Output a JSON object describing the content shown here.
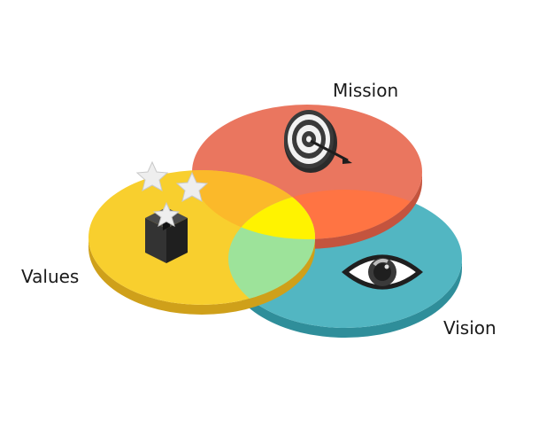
{
  "diagram": {
    "labels": {
      "mission": "Mission",
      "values": "Values",
      "vision": "Vision"
    },
    "colors": {
      "mission_top": "#ea765f",
      "mission_side": "#c4543e",
      "values_top": "#f8cf2e",
      "values_side": "#cfa01a",
      "vision_top": "#52b6c2",
      "vision_side": "#2f8e9a",
      "overlap_mission_values": "#fbb92a",
      "overlap_mission_vision": "#ff7443",
      "overlap_values_vision": "#9de39a",
      "overlap_center": "#fff300"
    },
    "icons": {
      "mission": "target-arrow-icon",
      "values": "box-stars-icon",
      "vision": "eye-icon"
    }
  }
}
